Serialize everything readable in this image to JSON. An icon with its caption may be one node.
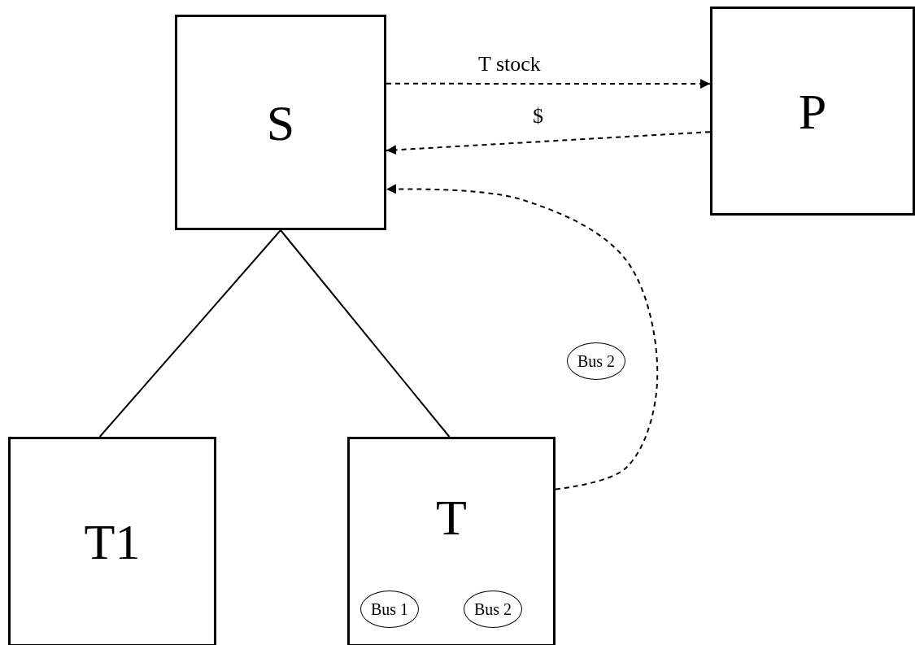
{
  "diagram": {
    "nodes": [
      {
        "text": [
          "S"
        ]
      },
      {
        "text": [
          "P"
        ]
      },
      {
        "text": [
          "T1"
        ]
      },
      {
        "text": [
          "T"
        ]
      },
      {
        "text": [
          "Bus 1"
        ],
        "in": 3
      },
      {
        "text": [
          "Bus 2"
        ],
        "in": 3
      },
      {
        "text": [
          "Bus 2"
        ]
      }
    ],
    "edges": [
      {
        "from": 0,
        "to": 1,
        "arrow": "to",
        "label": "T stock",
        "style": "dashed"
      },
      {
        "from": 1,
        "to": 0,
        "arrow": "to",
        "label": "$",
        "style": "dashed"
      },
      {
        "from": 3,
        "to": 0,
        "arrow": "to",
        "style": "dashed"
      },
      {
        "from": 0,
        "to": 2,
        "arrow": "none"
      },
      {
        "from": 0,
        "to": 3,
        "arrow": "none"
      }
    ]
  }
}
